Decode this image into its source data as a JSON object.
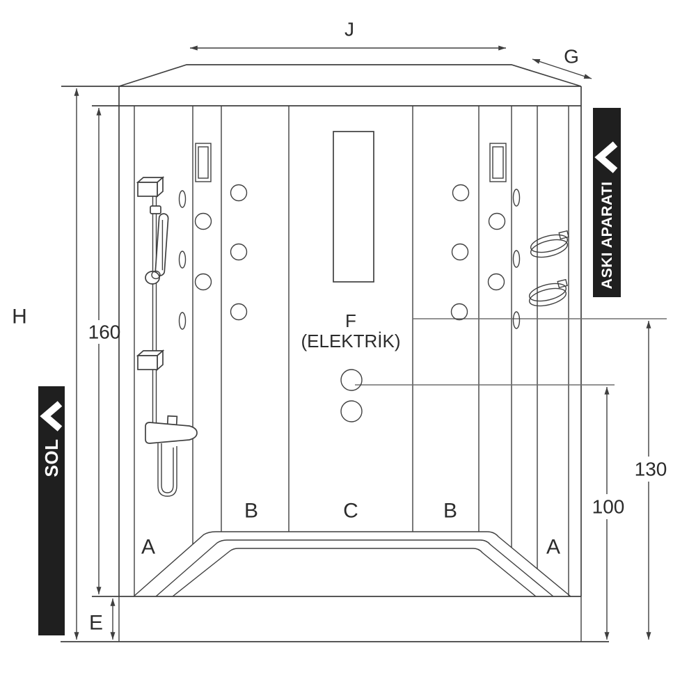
{
  "title": "shower-cabin-technical-diagram",
  "colors": {
    "background": "#ffffff",
    "line": "#3f3f3f",
    "ref_line": "#6e6e6e",
    "text": "#2b2b2b",
    "banner_bg": "#1f1f1f",
    "banner_fg": "#ffffff"
  },
  "dimensions": {
    "width_top": {
      "label": "J"
    },
    "depth_top": {
      "label": "G"
    },
    "height_total": {
      "label": "H"
    },
    "height_inner": {
      "label": "160"
    },
    "base_height": {
      "label": "E"
    },
    "height_right_outer": {
      "label": "130"
    },
    "height_right_inner": {
      "label": "100"
    }
  },
  "panels": {
    "a_left": "A",
    "b_left": "B",
    "c_center": "C",
    "b_right": "B",
    "a_right": "A"
  },
  "electric": {
    "label": "F",
    "sub": "(ELEKTRİK)"
  },
  "banners": {
    "sol": {
      "text": "SOL",
      "chevron": "chevron-left-icon"
    },
    "aski_aparati": {
      "text": "ASKI APARATI",
      "chevron": "chevron-left-icon"
    }
  }
}
